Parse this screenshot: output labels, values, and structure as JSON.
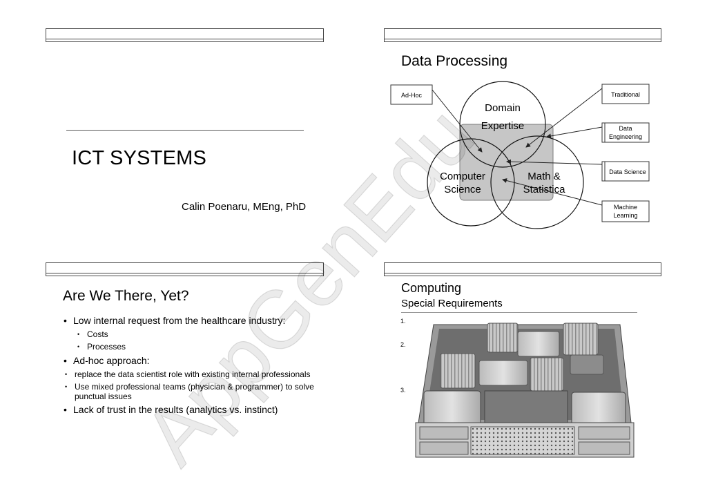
{
  "slide1": {
    "title": "ICT SYSTEMS",
    "author": "Calin Poenaru, MEng, PhD"
  },
  "slide2": {
    "title": "Data Processing",
    "circles": {
      "domain": [
        "Domain",
        "Expertise"
      ],
      "cs": [
        "Computer",
        "Science"
      ],
      "math": [
        "Math &",
        "Statistica"
      ]
    },
    "boxes": {
      "adhoc": "Ad-Hoc",
      "traditional": "Traditional",
      "data_engineering": [
        "Data",
        "Engineering"
      ],
      "data_science": "Data Science",
      "machine_learning": [
        "Machine",
        "Learning"
      ]
    }
  },
  "slide3": {
    "title": "Are We There, Yet?",
    "bullets": {
      "b1": "Low internal request from the healthcare industry:",
      "b1a": "Costs",
      "b1b": "Processes",
      "b2": "Ad-hoc approach:",
      "b2a": "replace the data scientist role with existing internal professionals",
      "b2b": "Use mixed professional teams (physician & programmer) to solve punctual issues",
      "b3": "Lack of trust in the results (analytics vs. instinct)"
    }
  },
  "slide4": {
    "title": "Computing",
    "subtitle": "Special Requirements",
    "numbers": [
      "1.",
      "2.",
      "3."
    ]
  },
  "watermark": "AppGenEdu"
}
